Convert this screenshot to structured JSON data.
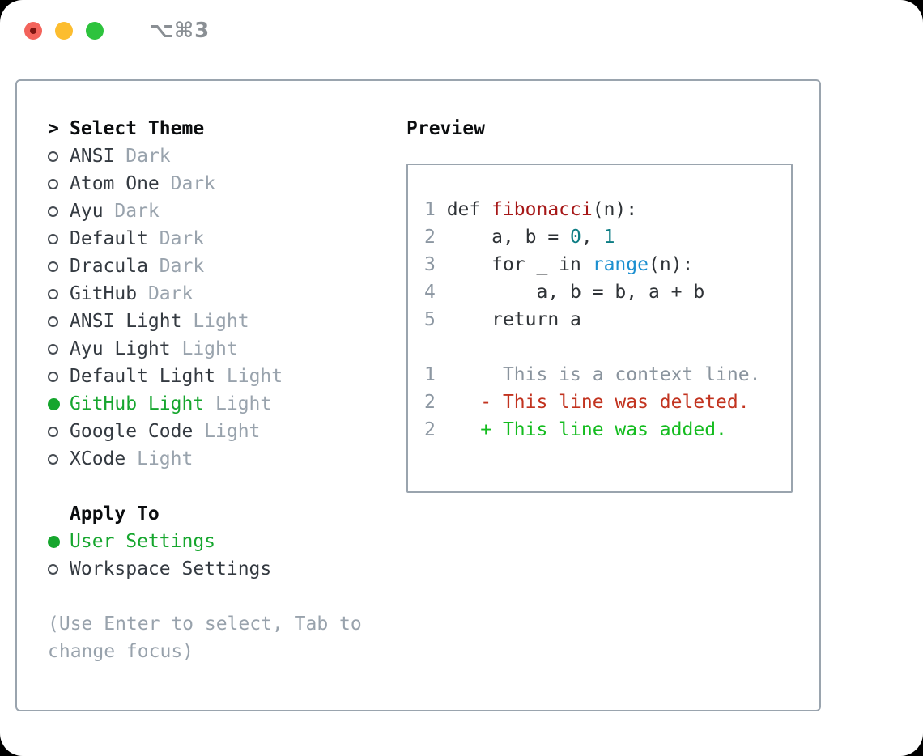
{
  "window": {
    "title": "⌥⌘3"
  },
  "colors": {
    "green": "#16a62e",
    "diff-green": "#14bc1f",
    "diff-red": "#c2331f",
    "syntax-red": "#a61717",
    "syntax-teal": "#0d7d84",
    "syntax-blue": "#1b8fd0",
    "traffic-red": "#f3635b",
    "traffic-yellow": "#fcbd2f",
    "traffic-green": "#2dc33d"
  },
  "left": {
    "prompt": ">",
    "title": "Select Theme",
    "themes": [
      {
        "name": "ANSI",
        "variant": "Dark",
        "selected": false
      },
      {
        "name": "Atom One",
        "variant": "Dark",
        "selected": false
      },
      {
        "name": "Ayu",
        "variant": "Dark",
        "selected": false
      },
      {
        "name": "Default",
        "variant": "Dark",
        "selected": false
      },
      {
        "name": "Dracula",
        "variant": "Dark",
        "selected": false
      },
      {
        "name": "GitHub",
        "variant": "Dark",
        "selected": false
      },
      {
        "name": "ANSI Light",
        "variant": "Light",
        "selected": false
      },
      {
        "name": "Ayu Light",
        "variant": "Light",
        "selected": false
      },
      {
        "name": "Default Light",
        "variant": "Light",
        "selected": false
      },
      {
        "name": "GitHub Light",
        "variant": "Light",
        "selected": true
      },
      {
        "name": "Google Code",
        "variant": "Light",
        "selected": false
      },
      {
        "name": "XCode",
        "variant": "Light",
        "selected": false
      }
    ],
    "apply_title": "Apply To",
    "apply_options": [
      {
        "name": "User Settings",
        "selected": true
      },
      {
        "name": "Workspace Settings",
        "selected": false
      }
    ],
    "hint_lines": [
      "(Use Enter to select, Tab to",
      "change focus)"
    ]
  },
  "preview": {
    "title": "Preview",
    "lines": [
      {
        "segments": [
          {
            "t": "1 ",
            "c": "lnum"
          },
          {
            "t": "def ",
            "c": "plain"
          },
          {
            "t": "fibonacci",
            "c": "func"
          },
          {
            "t": "(n):",
            "c": "plain"
          }
        ]
      },
      {
        "segments": [
          {
            "t": "2 ",
            "c": "lnum"
          },
          {
            "t": "    a, b = ",
            "c": "plain"
          },
          {
            "t": "0",
            "c": "number"
          },
          {
            "t": ", ",
            "c": "plain"
          },
          {
            "t": "1",
            "c": "number"
          }
        ]
      },
      {
        "segments": [
          {
            "t": "3 ",
            "c": "lnum"
          },
          {
            "t": "    for _ in ",
            "c": "plain"
          },
          {
            "t": "range",
            "c": "builtin"
          },
          {
            "t": "(n):",
            "c": "plain"
          }
        ]
      },
      {
        "segments": [
          {
            "t": "4 ",
            "c": "lnum"
          },
          {
            "t": "        a, b = b, a + b",
            "c": "plain"
          }
        ]
      },
      {
        "segments": [
          {
            "t": "5 ",
            "c": "lnum"
          },
          {
            "t": "    return a",
            "c": "plain"
          }
        ]
      },
      {
        "segments": []
      },
      {
        "segments": [
          {
            "t": "1",
            "c": "lnum"
          },
          {
            "t": "      This is a context line.",
            "c": "context"
          }
        ]
      },
      {
        "segments": [
          {
            "t": "2",
            "c": "lnum"
          },
          {
            "t": "    - This line was deleted.",
            "c": "deleted"
          }
        ]
      },
      {
        "segments": [
          {
            "t": "2",
            "c": "lnum"
          },
          {
            "t": "    + This line was added.",
            "c": "added"
          }
        ]
      }
    ]
  }
}
